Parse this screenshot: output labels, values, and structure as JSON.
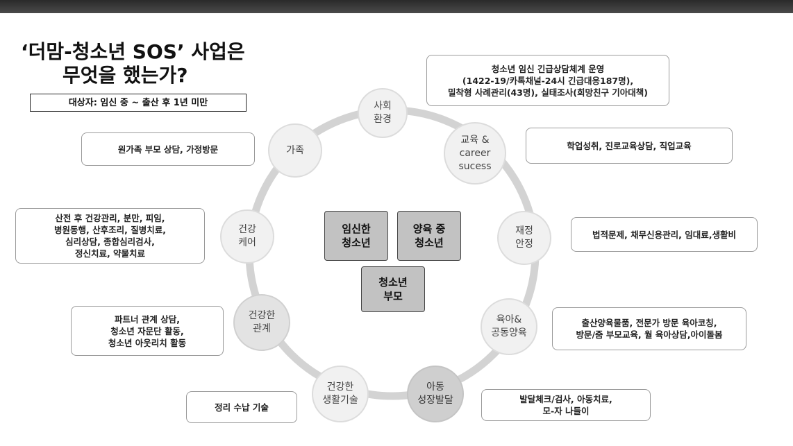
{
  "title": {
    "line1": "‘더맘-청소년 SOS’ 사업은",
    "line2": "무엇을 했는가?"
  },
  "target": "대상자: 임신 중 ~ 출산 후 1년 미만",
  "center": {
    "pregnant": "임신한\n청소년",
    "raising": "양육 중\n청소년",
    "parents": "청소년\n부모"
  },
  "nodes": {
    "social": "사회\n환경",
    "education": "교육 &\ncareer\nsucess",
    "finance": "재정\n안정",
    "childcare": "육아&\n공동양육",
    "development": "아동\n성장발달",
    "life_skills": "건강한\n생활기술",
    "relationships": "건강한\n관계",
    "healthcare": "건강\n케어",
    "family": "가족"
  },
  "boxes": {
    "social": "청소년 임신 긴급상담체계 운영\n(1422-19/카톡채널-24시 긴급대응187명),\n밀착형 사례관리(43명), 실태조사(희망친구 기아대책)",
    "education": "학업성취, 진로교육상담, 직업교육",
    "finance": "법적문제, 채무신용관리, 임대료,생활비",
    "childcare": "출산양육물품, 전문가 방문 육아코칭,\n방문/줌 부모교육, 월 육아상담,아이돌봄",
    "development": "발달체크/검사, 아동치료,\n모-자 나들이",
    "life_skills": "정리 수납 기술",
    "relationships": "파트너 관계 상담,\n청소년 자문단 활동,\n청소년 아웃리치 활동",
    "healthcare": "산전 후 건강관리, 분만, 피임,\n병원동행, 산후조리, 질병치료,\n심리상담, 종합심리검사,\n정신치료, 약물치료",
    "family": "원가족 부모 상담, 가정방문"
  }
}
